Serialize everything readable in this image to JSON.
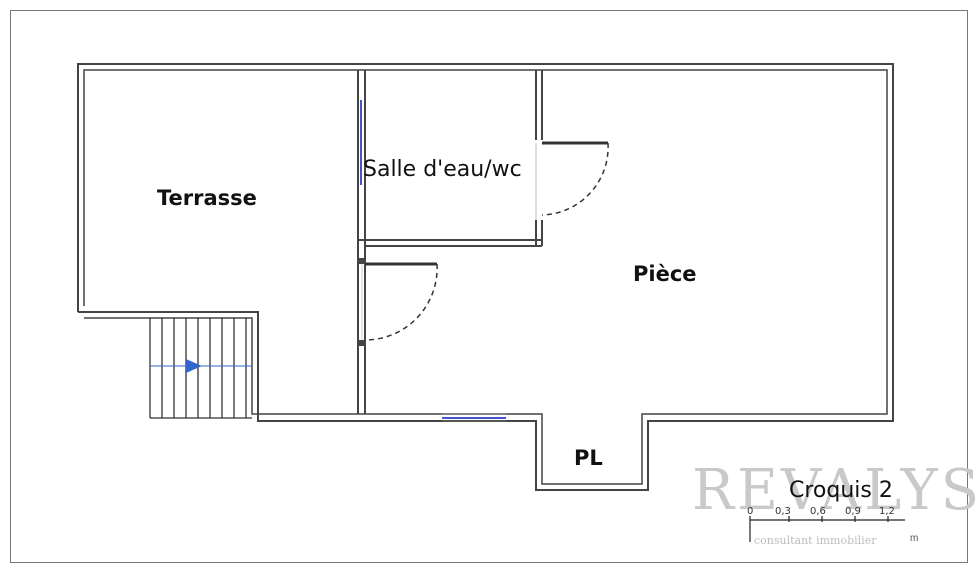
{
  "labels": {
    "terrasse": "Terrasse",
    "salle": "Salle d'eau/wc",
    "piece": "Pièce",
    "pl": "PL"
  },
  "watermark": {
    "brand": "REVALYS",
    "tagline": "consultant immobilier"
  },
  "scale": {
    "title": "Croquis 2",
    "ticks": [
      "0",
      "0,3",
      "0,6",
      "0,9",
      "1,2"
    ],
    "unit": "m"
  },
  "colors": {
    "wall": "#444444",
    "wall_fill": "#ffffff",
    "window": "#4455cc",
    "arrow": "#3366cc"
  }
}
